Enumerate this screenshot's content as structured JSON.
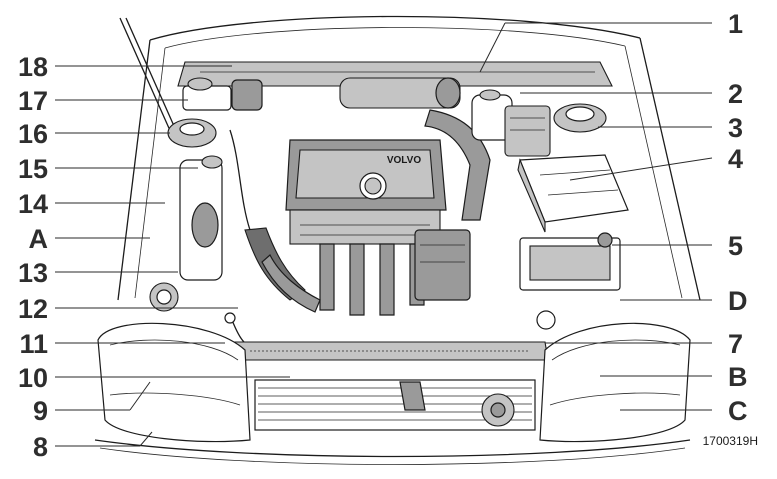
{
  "figure": {
    "reference_code": "1700319H",
    "brand_text": "VOLVO"
  },
  "left_callouts": [
    "18",
    "17",
    "16",
    "15",
    "14",
    "A",
    "13",
    "12",
    "11",
    "10",
    "9",
    "8"
  ],
  "right_callouts": [
    "1",
    "2",
    "3",
    "4",
    "5",
    "D",
    "7",
    "B",
    "C"
  ]
}
